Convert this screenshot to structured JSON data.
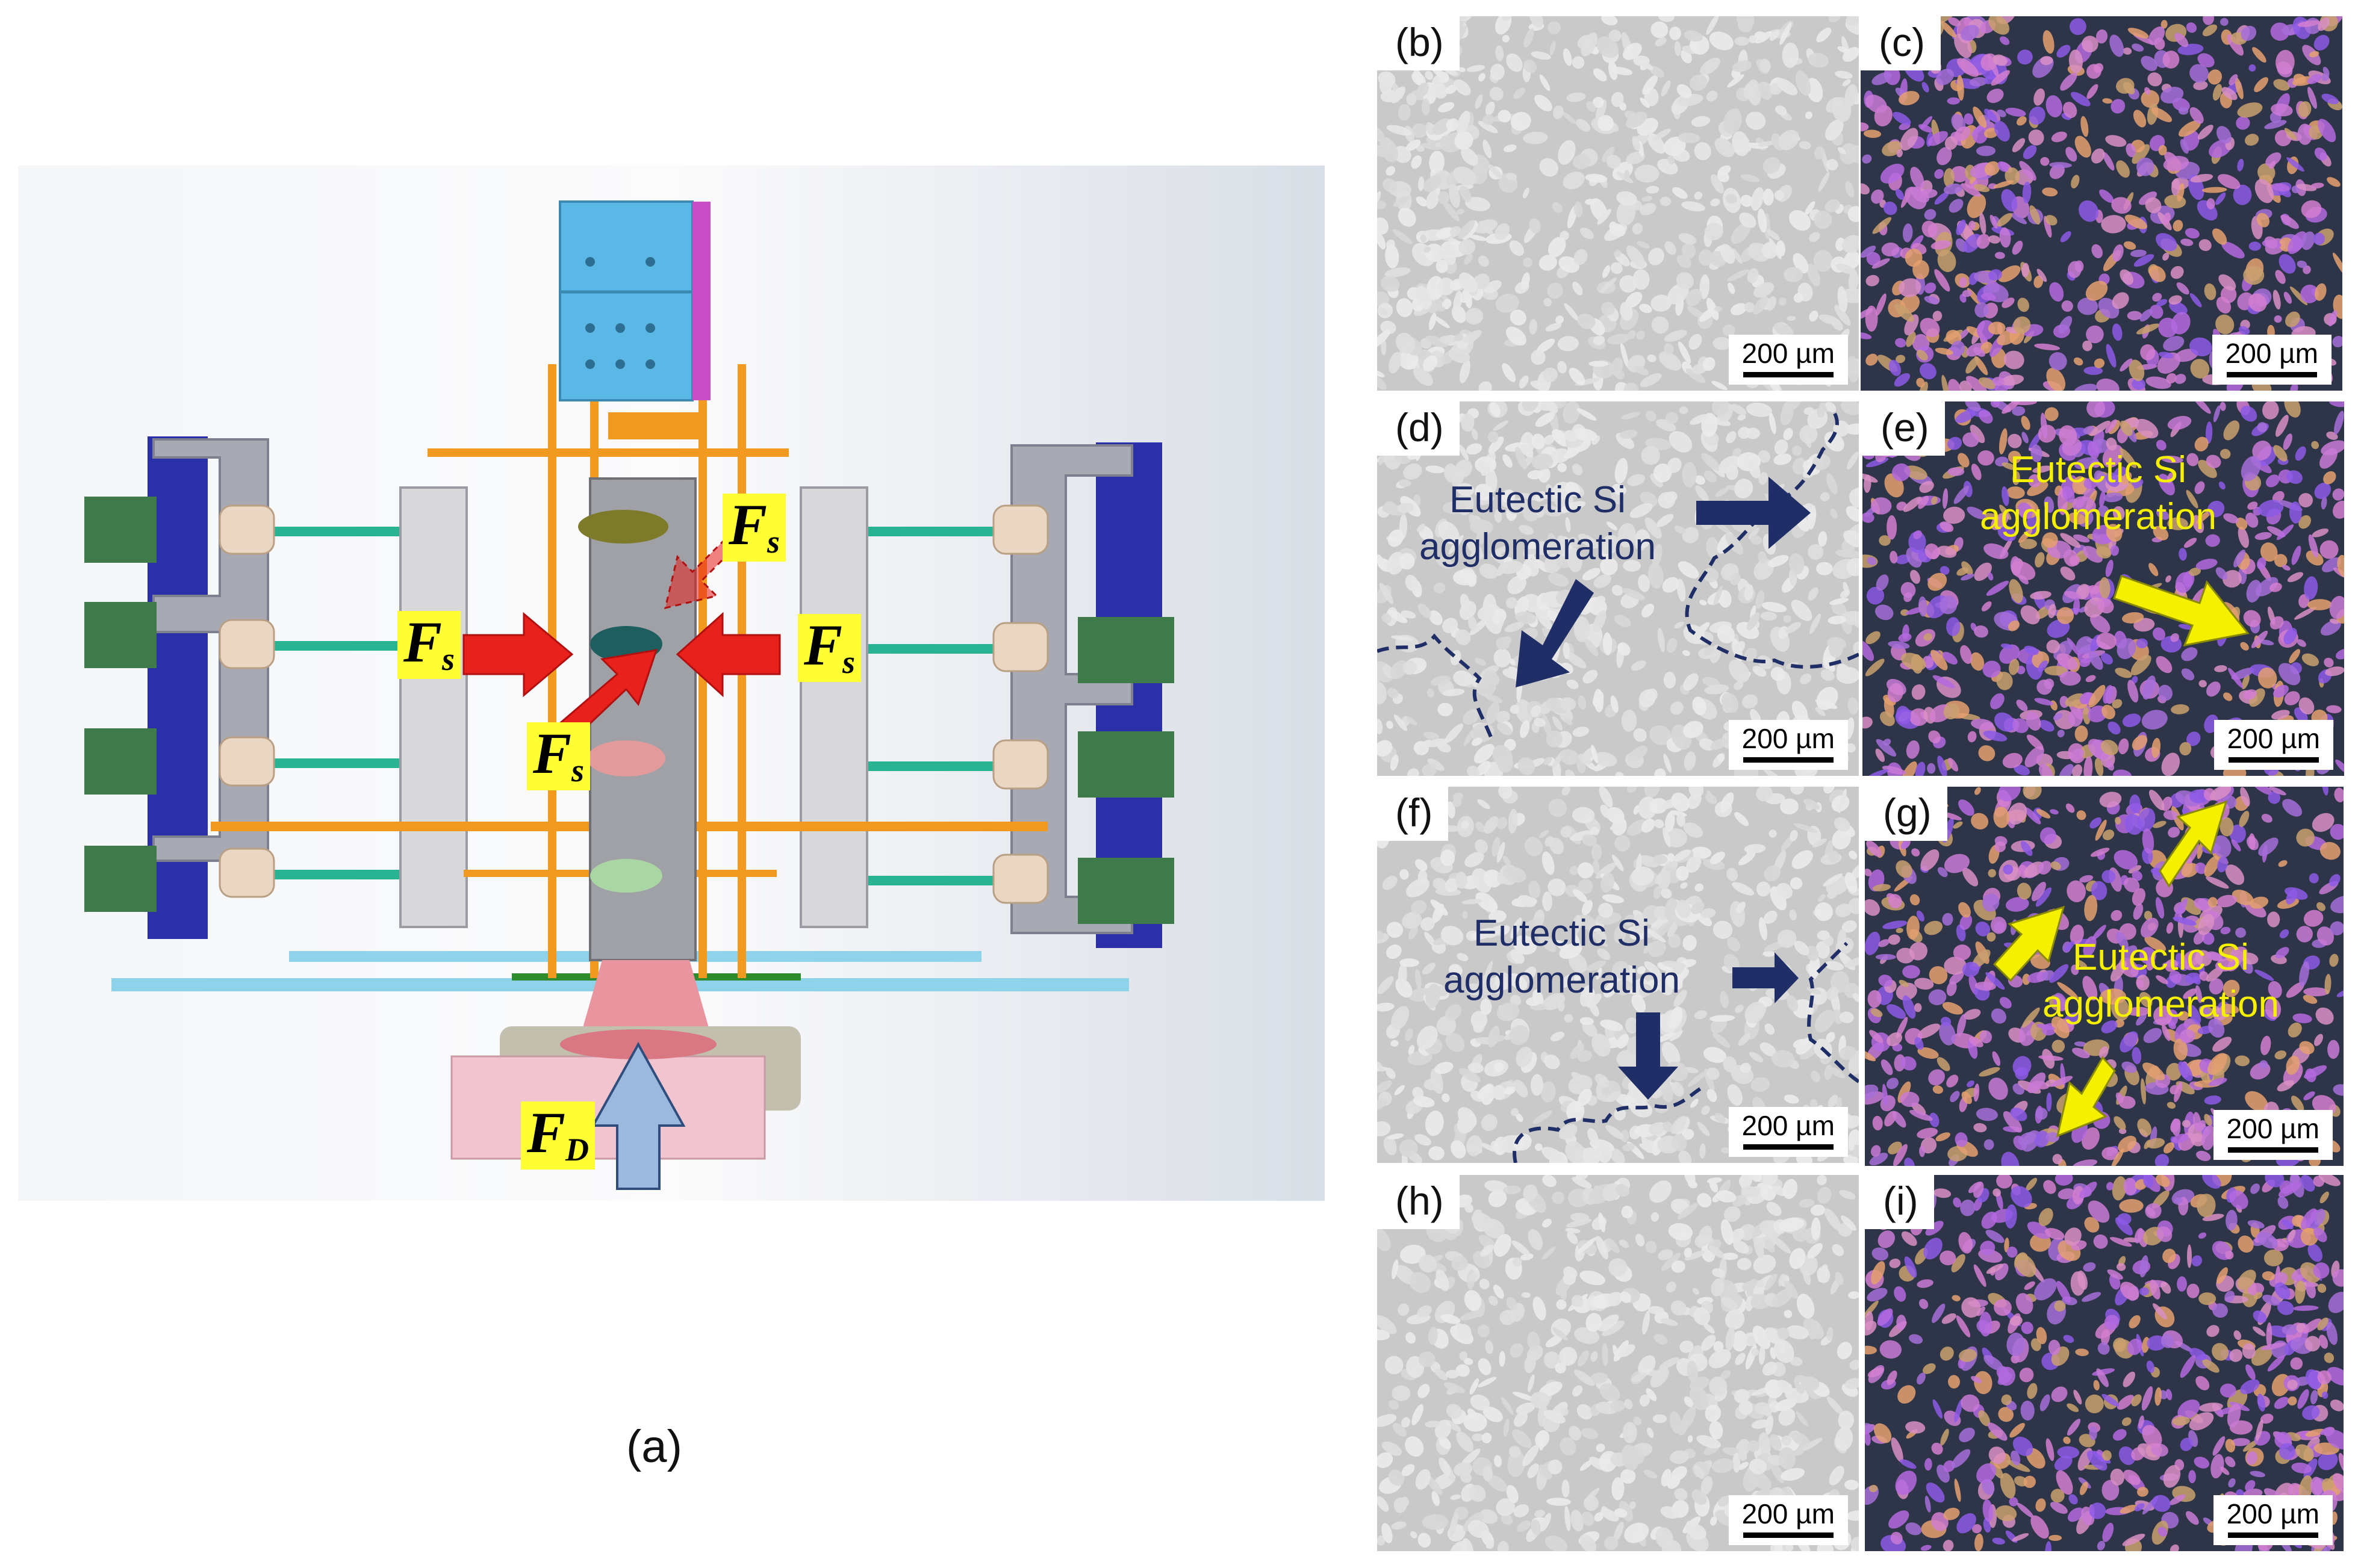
{
  "panel_a": {
    "label": "(a)",
    "forces": {
      "fs_symbol": "F",
      "fs_sub": "s",
      "fd_symbol": "F",
      "fd_sub": "D"
    },
    "colors": {
      "blue_block": "#5bb8e6",
      "orange_frame": "#f29a1f",
      "gray_platen": "#a7a9b3",
      "green_cylinder": "#3f7a4a",
      "navy_plate": "#2b2fa8",
      "pink_base": "#f2c4cf",
      "force_arrow": "#e8211d",
      "fd_arrow": "#9bb8dd"
    }
  },
  "micrographs": [
    {
      "id": "b",
      "label": "(b)",
      "scale": "200 µm",
      "style": "gray"
    },
    {
      "id": "c",
      "label": "(c)",
      "scale": "200 µm",
      "style": "color"
    },
    {
      "id": "d",
      "label": "(d)",
      "scale": "200 µm",
      "style": "gray",
      "annotation_1": "Eutectic Si",
      "annotation_2": "agglomeration"
    },
    {
      "id": "e",
      "label": "(e)",
      "scale": "200 µm",
      "style": "color",
      "annotation_1": "Eutectic Si",
      "annotation_2": "agglomeration"
    },
    {
      "id": "f",
      "label": "(f)",
      "scale": "200 µm",
      "style": "gray",
      "annotation_1": "Eutectic Si",
      "annotation_2": "agglomeration"
    },
    {
      "id": "g",
      "label": "(g)",
      "scale": "200 µm",
      "style": "color",
      "annotation_1": "Eutectic Si",
      "annotation_2": "agglomeration"
    },
    {
      "id": "h",
      "label": "(h)",
      "scale": "200 µm",
      "style": "gray"
    },
    {
      "id": "i",
      "label": "(i)",
      "scale": "200 µm",
      "style": "color"
    }
  ],
  "colors": {
    "annotation_dark": "#1f2e66",
    "annotation_yellow": "#f4f000",
    "micro_gray_bg": "#c9c9c9",
    "micro_color_bg": "#2f3548"
  }
}
